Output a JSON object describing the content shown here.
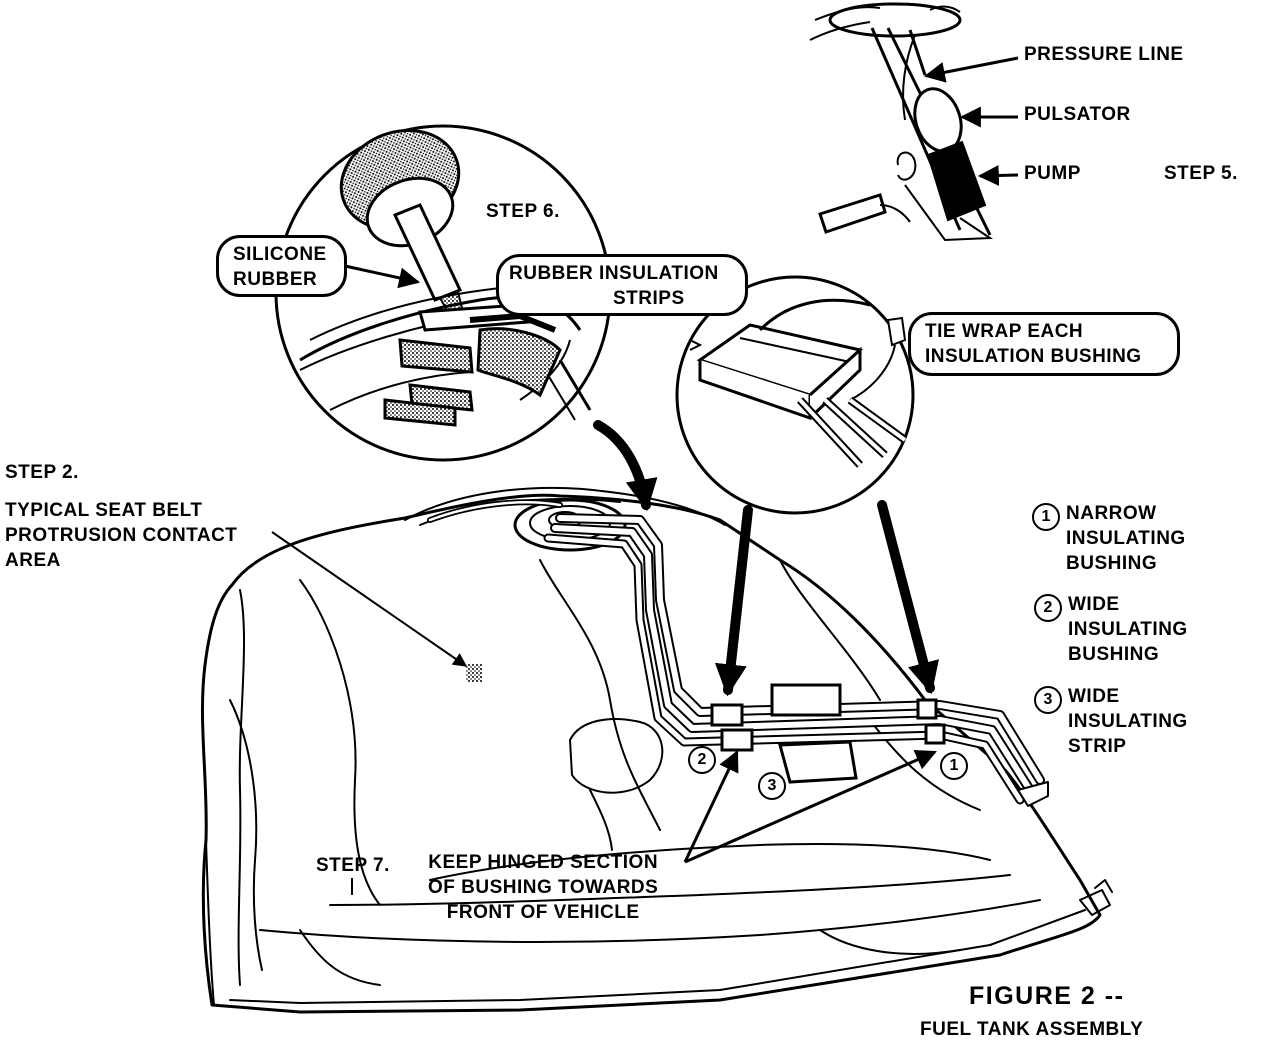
{
  "figure": {
    "title": "FIGURE 2 --",
    "subtitle": "FUEL TANK ASSEMBLY"
  },
  "steps": {
    "step2": "STEP 2.",
    "step5": "STEP 5.",
    "step6": "STEP 6.",
    "step7": "STEP 7."
  },
  "labels": {
    "seat_belt": [
      "TYPICAL SEAT BELT",
      "PROTRUSION CONTACT",
      "AREA"
    ],
    "pressure_line": "PRESSURE LINE",
    "pulsator": "PULSATOR",
    "pump": "PUMP",
    "silicone_rubber": [
      "SILICONE",
      "RUBBER"
    ],
    "rubber_insulation_strips": [
      "RUBBER INSULATION",
      "STRIPS"
    ],
    "tie_wrap": [
      "TIE WRAP EACH",
      "INSULATION BUSHING"
    ],
    "keep_hinged": [
      "KEEP HINGED SECTION",
      "OF BUSHING TOWARDS",
      "FRONT OF VEHICLE"
    ]
  },
  "legend": [
    {
      "number": "1",
      "glyph": "①",
      "lines": [
        "NARROW",
        "INSULATING",
        "BUSHING"
      ]
    },
    {
      "number": "2",
      "glyph": "②",
      "lines": [
        "WIDE",
        "INSULATING",
        "BUSHING"
      ]
    },
    {
      "number": "3",
      "glyph": "③",
      "lines": [
        "WIDE",
        "INSULATING",
        "STRIP"
      ]
    }
  ],
  "markers": {
    "narrow_bushing": "①",
    "wide_bushing": "②",
    "wide_strip": "③"
  }
}
